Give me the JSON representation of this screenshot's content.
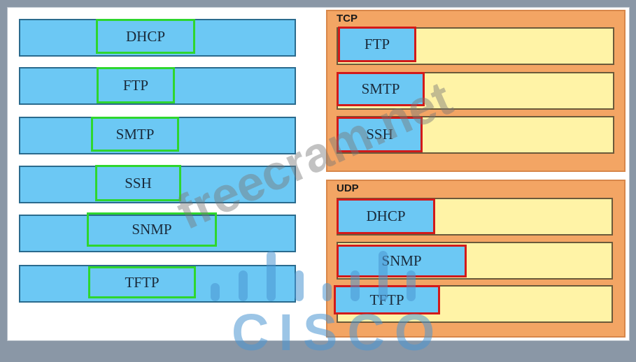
{
  "left_items": [
    "DHCP",
    "FTP",
    "SMTP",
    "SSH",
    "SNMP",
    "TFTP"
  ],
  "tcp": {
    "title": "TCP",
    "items": [
      "FTP",
      "SMTP",
      "SSH"
    ]
  },
  "udp": {
    "title": "UDP",
    "items": [
      "DHCP",
      "SNMP",
      "TFTP"
    ]
  },
  "watermark": "freecram.net",
  "logo": "CISCO",
  "colors": {
    "item_fill": "#6cc8f4",
    "source_outline": "#2ed62e",
    "target_outline": "#d21a1a",
    "panel_fill": "#f3a564",
    "slot_fill": "#fff3a6"
  }
}
